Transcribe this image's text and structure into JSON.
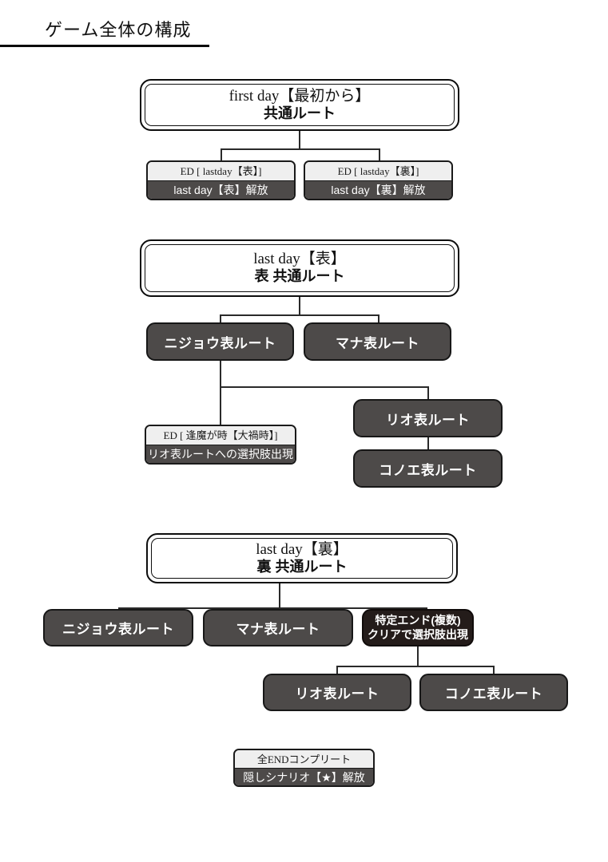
{
  "page": {
    "title": "ゲーム全体の構成",
    "background": "#ffffff",
    "ink": "#2a2a2a"
  },
  "colors": {
    "route_fill": "#4d4a49",
    "condition_fill": "#241c1a",
    "ed_header_fill": "#efefef",
    "ed_body_fill": "#4d4a49",
    "border": "#171717",
    "white_node_fill": "#ffffff"
  },
  "chart_data": {
    "type": "diagram",
    "title": "ゲーム全体の構成",
    "nodes": [
      {
        "id": "first_day",
        "kind": "chapter",
        "line1": "first day【最初から】",
        "line2": "共通ルート"
      },
      {
        "id": "ed_lastday_omote",
        "kind": "ed",
        "top": "ED [ lastday【表】]",
        "bottom": "last day【表】解放"
      },
      {
        "id": "ed_lastday_ura",
        "kind": "ed",
        "top": "ED [ lastday【裏】]",
        "bottom": "last day【裏】解放"
      },
      {
        "id": "last_day_omote",
        "kind": "chapter",
        "line1": "last day【表】",
        "line2": "表 共通ルート"
      },
      {
        "id": "nijou_omote_1",
        "kind": "route",
        "label": "ニジョウ表ルート"
      },
      {
        "id": "mana_omote_1",
        "kind": "route",
        "label": "マナ表ルート"
      },
      {
        "id": "ed_oumagatoki",
        "kind": "ed",
        "top": "ED [ 逢魔が時【大禍時】]",
        "bottom": "リオ表ルートへの選択肢出現"
      },
      {
        "id": "rio_omote_1",
        "kind": "route",
        "label": "リオ表ルート"
      },
      {
        "id": "konoe_omote_1",
        "kind": "route",
        "label": "コノエ表ルート"
      },
      {
        "id": "last_day_ura",
        "kind": "chapter",
        "line1": "last day【裏】",
        "line2": "裏 共通ルート"
      },
      {
        "id": "nijou_omote_2",
        "kind": "route",
        "label": "ニジョウ表ルート"
      },
      {
        "id": "mana_omote_2",
        "kind": "route",
        "label": "マナ表ルート"
      },
      {
        "id": "tokutei_end",
        "kind": "condition",
        "line1": "特定エンド(複数)",
        "line2": "クリアで選択肢出現"
      },
      {
        "id": "rio_omote_2",
        "kind": "route",
        "label": "リオ表ルート"
      },
      {
        "id": "konoe_omote_2",
        "kind": "route",
        "label": "コノエ表ルート"
      },
      {
        "id": "all_end_complete",
        "kind": "ed",
        "top": "全ENDコンプリート",
        "bottom": "隠しシナリオ【★】解放"
      }
    ],
    "edges": [
      [
        "first_day",
        "ed_lastday_omote"
      ],
      [
        "first_day",
        "ed_lastday_ura"
      ],
      [
        "last_day_omote",
        "nijou_omote_1"
      ],
      [
        "last_day_omote",
        "mana_omote_1"
      ],
      [
        "nijou_omote_1",
        "ed_oumagatoki"
      ],
      [
        "nijou_omote_1",
        "rio_omote_1"
      ],
      [
        "rio_omote_1",
        "konoe_omote_1"
      ],
      [
        "last_day_ura",
        "nijou_omote_2"
      ],
      [
        "last_day_ura",
        "mana_omote_2"
      ],
      [
        "last_day_ura",
        "tokutei_end"
      ],
      [
        "tokutei_end",
        "rio_omote_2"
      ],
      [
        "tokutei_end",
        "konoe_omote_2"
      ]
    ]
  },
  "sections": {
    "first_day": {
      "line1": "first day【最初から】",
      "line2": "共通ルート",
      "ed_left": {
        "top": "ED [ lastday【表】]",
        "bottom": "last day【表】解放"
      },
      "ed_right": {
        "top": "ED [ lastday【裏】]",
        "bottom": "last day【裏】解放"
      }
    },
    "last_day_omote": {
      "line1": "last day【表】",
      "line2": "表 共通ルート",
      "route_nijou": "ニジョウ表ルート",
      "route_mana": "マナ表ルート",
      "ed_oumagatoki": {
        "top": "ED [ 逢魔が時【大禍時】]",
        "bottom": "リオ表ルートへの選択肢出現"
      },
      "route_rio": "リオ表ルート",
      "route_konoe": "コノエ表ルート"
    },
    "last_day_ura": {
      "line1": "last day【裏】",
      "line2": "裏 共通ルート",
      "route_nijou": "ニジョウ表ルート",
      "route_mana": "マナ表ルート",
      "condition_line1": "特定エンド(複数)",
      "condition_line2": "クリアで選択肢出現",
      "route_rio": "リオ表ルート",
      "route_konoe": "コノエ表ルート"
    },
    "footer": {
      "top": "全ENDコンプリート",
      "bottom": "隠しシナリオ【★】解放"
    }
  }
}
